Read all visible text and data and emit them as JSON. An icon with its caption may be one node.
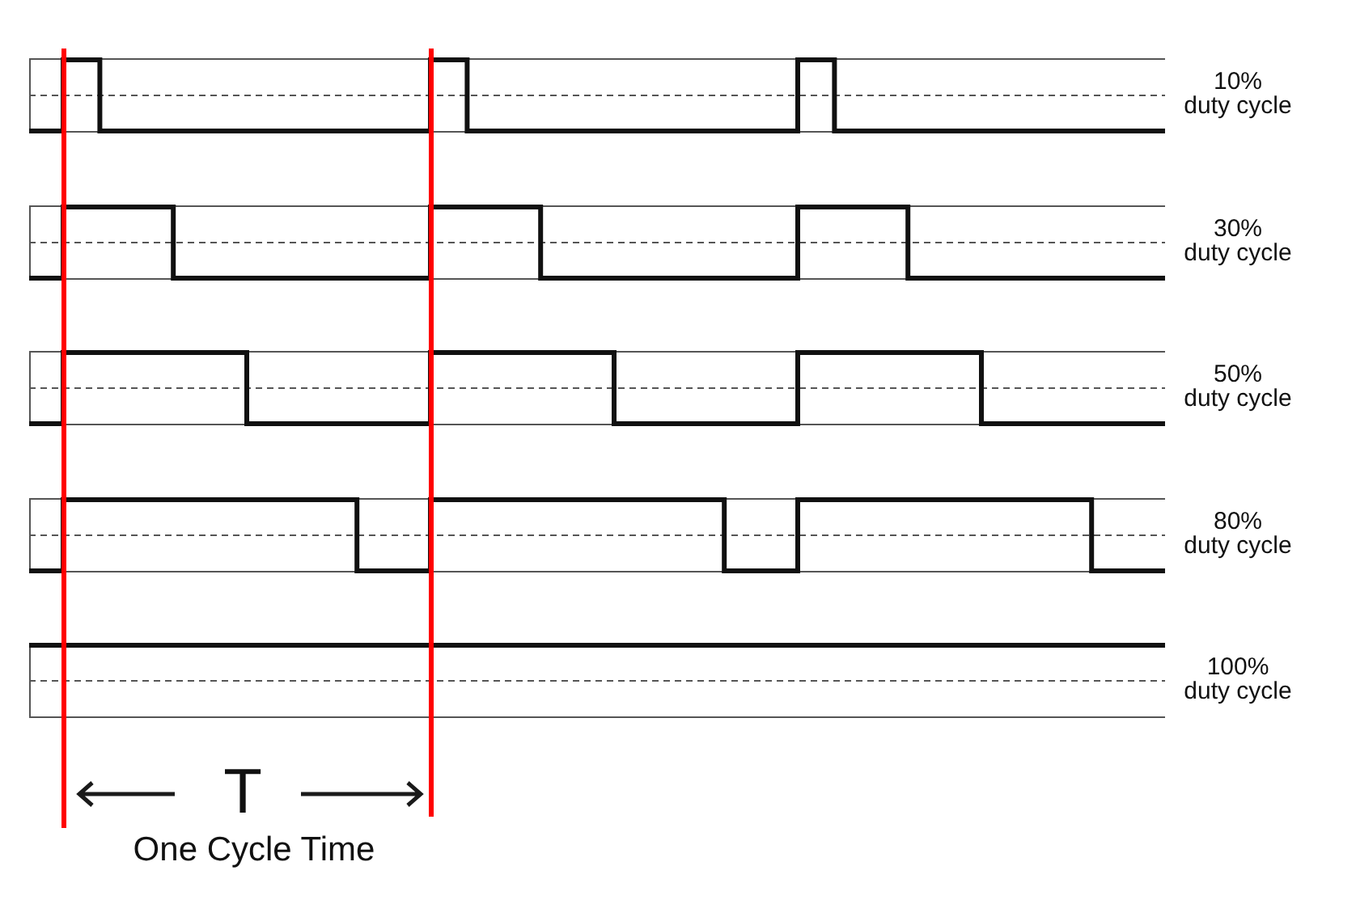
{
  "diagram": {
    "labels": [
      "10%",
      "duty cycle",
      "30%",
      "duty cycle",
      "50%",
      "duty cycle",
      "80%",
      "duty cycle",
      "100%",
      "duty cycle",
      "T",
      "One Cycle Time"
    ]
  }
}
